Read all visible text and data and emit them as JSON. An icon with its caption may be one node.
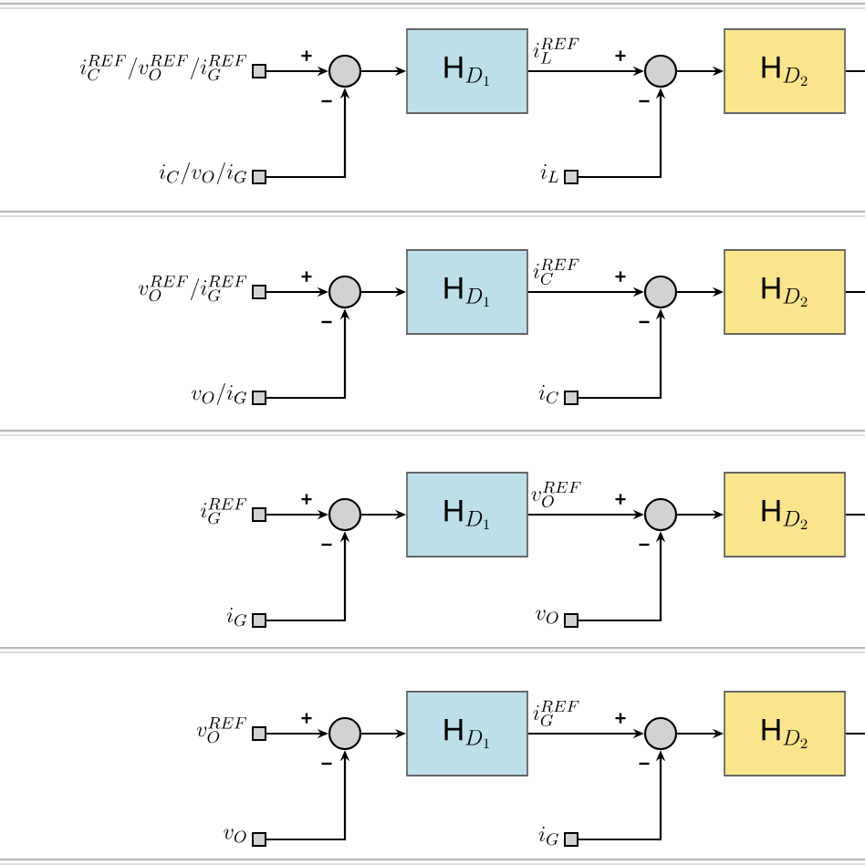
{
  "diagram": {
    "nodes": [
      {
        "text": [],
        "shape": "box",
        "beside": [
          "i_C^{REF}/v_O^{REF}/i_G^{REF}"
        ]
      },
      {
        "text": [],
        "shape": "box",
        "beside": [
          "i_C/v_O/i_G"
        ]
      },
      {
        "text": [],
        "shape": "circle"
      },
      {
        "text": [
          "\\mathrm{H}_{D_1}"
        ]
      },
      {
        "text": [],
        "shape": "circle"
      },
      {
        "text": [],
        "shape": "box",
        "beside": [
          "i_L"
        ]
      },
      {
        "text": [
          "\\mathrm{H}_{D_2}"
        ]
      },
      {
        "text": [],
        "shape": "box",
        "beside": [
          "v_O^{REF}/i_G^{REF}"
        ]
      },
      {
        "text": [],
        "shape": "box",
        "beside": [
          "v_O/i_G"
        ]
      },
      {
        "text": [],
        "shape": "circle"
      },
      {
        "text": [
          "\\mathrm{H}_{D_1}"
        ]
      },
      {
        "text": [],
        "shape": "circle"
      },
      {
        "text": [],
        "shape": "box",
        "beside": [
          "i_C"
        ]
      },
      {
        "text": [
          "\\mathrm{H}_{D_2}"
        ]
      },
      {
        "text": [],
        "shape": "box",
        "beside": [
          "i_G^{REF}"
        ]
      },
      {
        "text": [],
        "shape": "box",
        "beside": [
          "i_G"
        ]
      },
      {
        "text": [],
        "shape": "circle"
      },
      {
        "text": [
          "\\mathrm{H}_{D_1}"
        ]
      },
      {
        "text": [],
        "shape": "circle"
      },
      {
        "text": [],
        "shape": "box",
        "beside": [
          "v_O"
        ]
      },
      {
        "text": [
          "\\mathrm{H}_{D_2}"
        ]
      },
      {
        "text": [],
        "shape": "box",
        "beside": [
          "v_O^{REF}"
        ]
      },
      {
        "text": [],
        "shape": "box",
        "beside": [
          "v_O"
        ]
      },
      {
        "text": [],
        "shape": "circle"
      },
      {
        "text": [
          "\\mathrm{H}_{D_1}"
        ]
      },
      {
        "text": [],
        "shape": "circle"
      },
      {
        "text": [],
        "shape": "box",
        "beside": [
          "i_G"
        ]
      },
      {
        "text": [
          "\\mathrm{H}_{D_2}"
        ]
      }
    ],
    "edges": [
      {
        "from": 0,
        "to": 2,
        "arrow": "to"
      },
      {
        "from": 1,
        "to": 2,
        "arrow": "to"
      },
      {
        "from": 2,
        "to": 3,
        "arrow": "to"
      },
      {
        "from": 3,
        "to": 4,
        "arrow": "to",
        "label": "i_L^{REF}"
      },
      {
        "from": 5,
        "to": 4,
        "arrow": "to"
      },
      {
        "from": 4,
        "to": 6,
        "arrow": "to"
      },
      {
        "from": 6,
        "to": null,
        "arrow": "none"
      },
      {
        "from": 7,
        "to": 9,
        "arrow": "to"
      },
      {
        "from": 8,
        "to": 9,
        "arrow": "to"
      },
      {
        "from": 9,
        "to": 10,
        "arrow": "to"
      },
      {
        "from": 10,
        "to": 11,
        "arrow": "to",
        "label": "i_C^{REF}"
      },
      {
        "from": 12,
        "to": 11,
        "arrow": "to"
      },
      {
        "from": 11,
        "to": 13,
        "arrow": "to"
      },
      {
        "from": 13,
        "to": null,
        "arrow": "none"
      },
      {
        "from": 14,
        "to": 16,
        "arrow": "to"
      },
      {
        "from": 15,
        "to": 16,
        "arrow": "to"
      },
      {
        "from": 16,
        "to": 17,
        "arrow": "to"
      },
      {
        "from": 17,
        "to": 18,
        "arrow": "to",
        "label": "v_O^{REF}"
      },
      {
        "from": 19,
        "to": 18,
        "arrow": "to"
      },
      {
        "from": 18,
        "to": 20,
        "arrow": "to"
      },
      {
        "from": 20,
        "to": null,
        "arrow": "none"
      },
      {
        "from": 21,
        "to": 23,
        "arrow": "to"
      },
      {
        "from": 22,
        "to": 23,
        "arrow": "to"
      },
      {
        "from": 23,
        "to": 24,
        "arrow": "to"
      },
      {
        "from": 24,
        "to": 25,
        "arrow": "to",
        "label": "i_G^{REF}"
      },
      {
        "from": 26,
        "to": 25,
        "arrow": "to"
      },
      {
        "from": 25,
        "to": 27,
        "arrow": "to"
      },
      {
        "from": 27,
        "to": null,
        "arrow": "none"
      }
    ],
    "labels": [
      "+",
      "+",
      "−",
      "−",
      "+",
      "+",
      "−",
      "−",
      "+",
      "+",
      "−",
      "−",
      "+",
      "+",
      "−",
      "−"
    ]
  }
}
